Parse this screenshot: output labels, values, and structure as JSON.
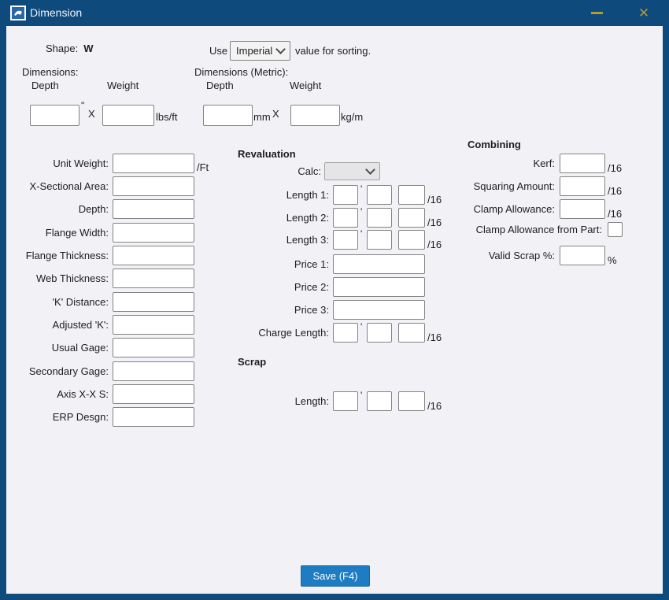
{
  "colors": {
    "titlebar_bg": "#0e4a7c",
    "titlebar_controls_gold": "#b39a30",
    "content_bg": "#f2f2f6",
    "save_button_bg": "#1d7cc2",
    "save_button_text": "#ffffff"
  },
  "icons": {
    "app": "app-logo-icon",
    "minimize": "minimize-icon",
    "close": "close-icon",
    "dropdown": "chevron-down-icon"
  },
  "titlebar": {
    "title": "Dimension",
    "close_glyph": "✕"
  },
  "header": {
    "shape_label": "Shape:",
    "shape_value": "W",
    "use_label": "Use",
    "sorting_unit": "Imperial",
    "sorting_suffix": "value for sorting.",
    "imperial_group_label": "Dimensions:",
    "metric_group_label": "Dimensions (Metric):",
    "imperial_depth_col": "Depth",
    "imperial_weight_col": "Weight",
    "metric_depth_col": "Depth",
    "metric_weight_col": "Weight",
    "inch_mark": "\"",
    "x_separator_imperial": "X",
    "x_separator_metric": "X",
    "imperial_weight_unit": "lbs/ft",
    "metric_depth_unit": "mm",
    "metric_weight_unit": "kg/m"
  },
  "properties": {
    "fields": [
      {
        "label": "Unit Weight:",
        "suffix": "/Ft"
      },
      {
        "label": "X-Sectional Area:",
        "suffix": ""
      },
      {
        "label": "Depth:",
        "suffix": ""
      },
      {
        "label": "Flange Width:",
        "suffix": ""
      },
      {
        "label": "Flange Thickness:",
        "suffix": ""
      },
      {
        "label": "Web Thickness:",
        "suffix": ""
      },
      {
        "label": "'K' Distance:",
        "suffix": ""
      },
      {
        "label": "Adjusted 'K':",
        "suffix": ""
      },
      {
        "label": "Usual Gage:",
        "suffix": ""
      },
      {
        "label": "Secondary Gage:",
        "suffix": ""
      },
      {
        "label": "Axis X-X S:",
        "suffix": ""
      },
      {
        "label": "ERP Desgn:",
        "suffix": ""
      }
    ]
  },
  "revaluation": {
    "title": "Revaluation",
    "calc_label": "Calc:",
    "feet_mark": "'",
    "sixteenths_suffix": "/16",
    "lengths": [
      {
        "label": "Length 1:"
      },
      {
        "label": "Length 2:"
      },
      {
        "label": "Length 3:"
      }
    ],
    "prices": [
      {
        "label": "Price 1:"
      },
      {
        "label": "Price 2:"
      },
      {
        "label": "Price 3:"
      }
    ],
    "charge_length_label": "Charge Length:"
  },
  "scrap": {
    "title": "Scrap",
    "length_label": "Length:"
  },
  "combining": {
    "title": "Combining",
    "rows": [
      {
        "label": "Kerf:",
        "suffix": "/16"
      },
      {
        "label": "Squaring Amount:",
        "suffix": "/16"
      },
      {
        "label": "Clamp Allowance:",
        "suffix": "/16"
      }
    ],
    "clamp_from_part_label": "Clamp Allowance from Part:",
    "valid_scrap_label": "Valid Scrap %:",
    "percent_suffix": "%"
  },
  "footer": {
    "save_label": "Save (F4)"
  }
}
